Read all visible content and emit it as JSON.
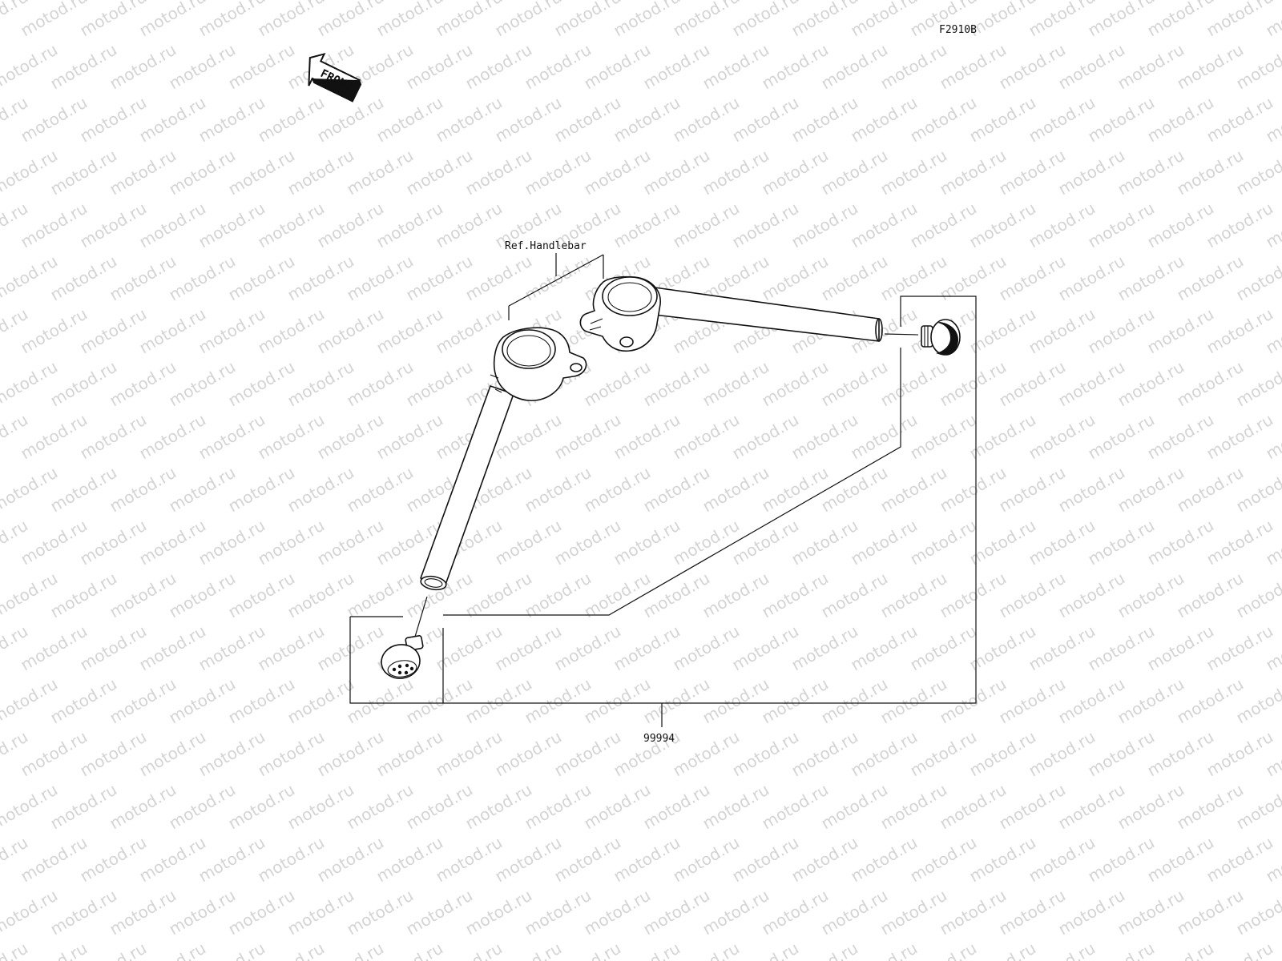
{
  "diagram_code": "F2910B",
  "front_arrow_text": "FRONT",
  "reference_label": "Ref.Handlebar",
  "part_number": "99994",
  "watermark": "motod.ru",
  "colors": {
    "line": "#111111",
    "watermark": "#d4d4d4",
    "background": "#ffffff"
  }
}
